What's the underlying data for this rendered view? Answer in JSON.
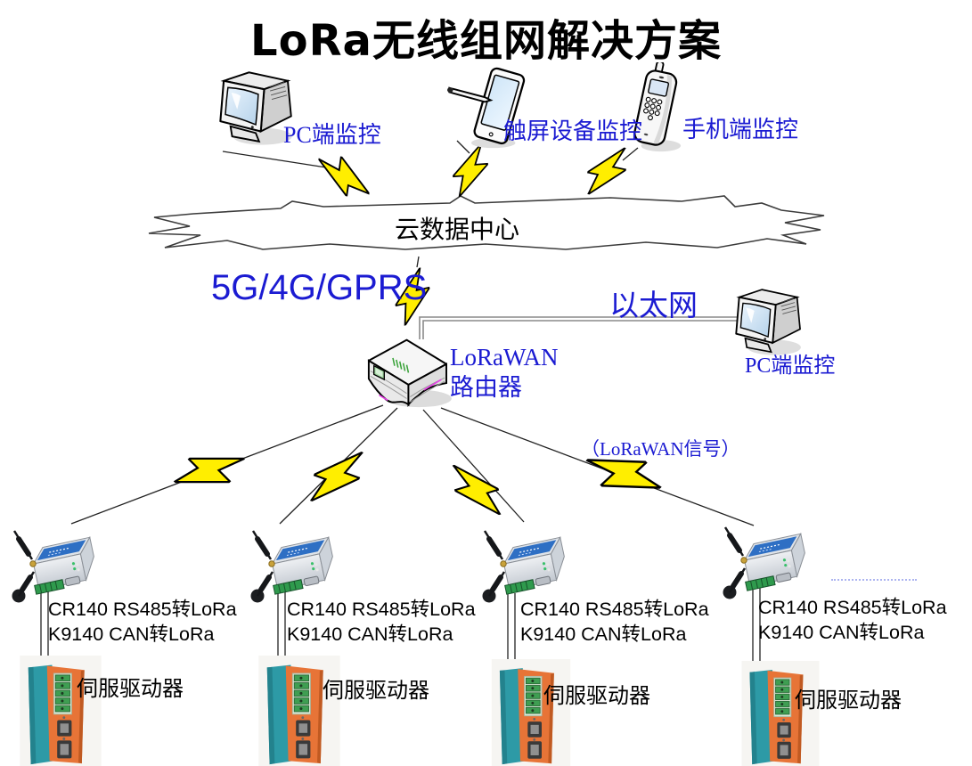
{
  "title": "LoRa无线组网解决方案",
  "colors": {
    "label_blue": "#1b1bd2",
    "bolt_yellow": "#ffee00",
    "line_gray": "#8a8a8a"
  },
  "monitors": {
    "top_pc_label": "PC端监控",
    "tablet_label": "触屏设备监控",
    "phone_label": "手机端监控",
    "right_pc_label": "PC端监控"
  },
  "cloud": {
    "label": "云数据中心"
  },
  "links": {
    "cellular": "5G/4G/GPRS",
    "ethernet": "以太网",
    "lora_signal": "（LoRaWAN信号）"
  },
  "router": {
    "name_line1": "LoRaWAN",
    "name_line2": "路由器"
  },
  "modules": [
    {
      "line1": "CR140 RS485转LoRa",
      "line2": "K9140 CAN转LoRa"
    },
    {
      "line1": "CR140 RS485转LoRa",
      "line2": "K9140 CAN转LoRa"
    },
    {
      "line1": "CR140 RS485转LoRa",
      "line2": "K9140 CAN转LoRa"
    },
    {
      "line1": "CR140 RS485转LoRa",
      "line2": "K9140 CAN转LoRa"
    }
  ],
  "servo_drivers": [
    {
      "label": "伺服驱动器"
    },
    {
      "label": "伺服驱动器"
    },
    {
      "label": "伺服驱动器"
    },
    {
      "label": "伺服驱动器"
    }
  ]
}
